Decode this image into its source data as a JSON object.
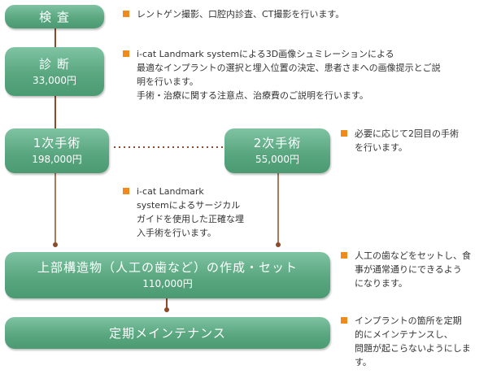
{
  "steps": {
    "exam": {
      "title": "検 査"
    },
    "diagnosis": {
      "title": "診 断",
      "price": "33,000円"
    },
    "surgery1": {
      "title": "1次手術",
      "price": "198,000円"
    },
    "surgery2": {
      "title": "2次手術",
      "price": "55,000円"
    },
    "superstructure": {
      "title": "上部構造物（人工の歯など）の作成・セット",
      "price": "110,000円"
    },
    "maintenance": {
      "title": "定期メインテナンス"
    }
  },
  "notes": {
    "exam": [
      "レントゲン撮影、口腔内診査、CT撮影を行います。"
    ],
    "diagnosis": [
      "i-cat Landmark systemによる3D画像シュミレーションによる",
      "最適なインプラントの選択と埋入位置の決定、患者さまへの画像提示とご説",
      "明を行います。",
      "手術・治療に関する注意点、治療費のご説明を行います。"
    ],
    "surgery2": [
      "必要に応じて2回目の手術",
      "を行います。"
    ],
    "surgery1": [
      "i-cat Landmark",
      "systemによるサージカル",
      "ガイドを使用した正確な埋",
      "入手術を行います。"
    ],
    "superstructure": [
      "人工の歯などをセットし、食",
      "事が通常通りにできるよう",
      "になります。"
    ],
    "maintenance": [
      "インプラントの箇所を定期",
      "的にメインテナンスし、",
      "問題が起こらないようにしま",
      "す。"
    ]
  },
  "colors": {
    "box": "#5aa780",
    "connector": "#8b4a2b",
    "bullet": "#f08a1c"
  }
}
